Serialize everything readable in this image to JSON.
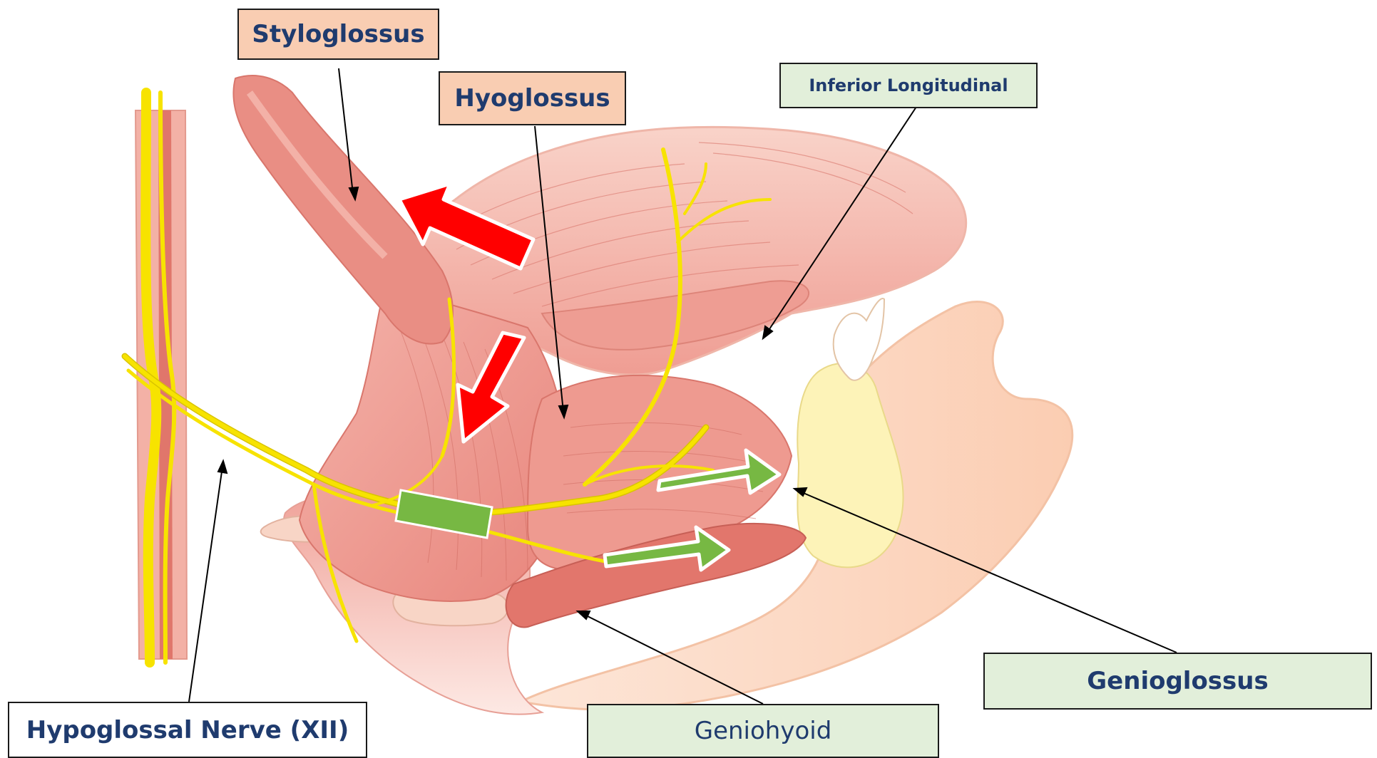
{
  "labels": {
    "styloglossus": "Styloglossus",
    "hyoglossus": "Hyoglossus",
    "inferior_longitudinal": "Inferior Longitudinal",
    "genioglossus": "Genioglossus",
    "geniohyoid": "Geniohyoid",
    "hypoglossal_nerve": "Hypoglossal Nerve (XII)"
  },
  "colors": {
    "label_bg_salmon": "#f9cdb2",
    "label_bg_mint": "#e2efda",
    "label_text": "#1f3b6e",
    "muscle": "#ec9188",
    "nerve": "#f7e300",
    "arrow_red": "#ff0000",
    "arrow_green": "#77b843",
    "bone": "#fbd6bf"
  }
}
